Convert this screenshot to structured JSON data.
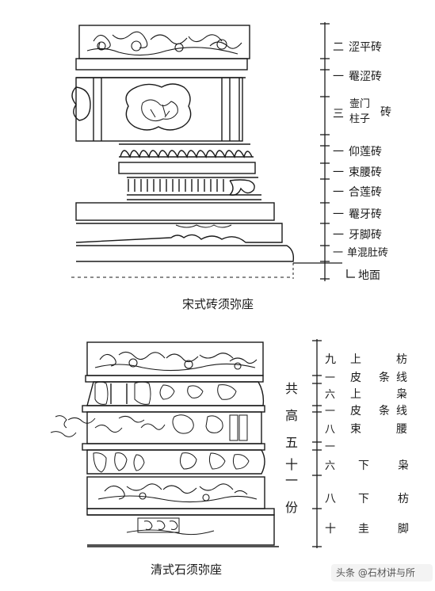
{
  "song": {
    "caption": "宋式砖须弥座",
    "labels": [
      {
        "num": "二",
        "name": "涩平砖"
      },
      {
        "num": "一",
        "name": "罨涩砖"
      },
      {
        "num": "三",
        "name": "壸门柱子砖",
        "name_lines": [
          "壸门",
          "柱子"
        ],
        "suffix": "砖"
      },
      {
        "num": "一",
        "name": "仰莲砖"
      },
      {
        "num": "一",
        "name": "束腰砖"
      },
      {
        "num": "一",
        "name": "合莲砖"
      },
      {
        "num": "一",
        "name": "罨牙砖"
      },
      {
        "num": "一",
        "name": "牙脚砖"
      },
      {
        "num": "一",
        "name": "单混肚砖"
      },
      {
        "num": "",
        "name": "地面"
      }
    ]
  },
  "qing": {
    "caption": "清式石须弥座",
    "total": "共高五十一份",
    "total_chars": [
      "共",
      "高",
      "五",
      "十",
      "一",
      "份"
    ],
    "rows": [
      {
        "num": "九",
        "part": "上枋",
        "chars": [
          "上",
          "",
          "枋"
        ]
      },
      {
        "num": "一",
        "part": "皮条线",
        "chars": [
          "皮",
          "条",
          "线"
        ]
      },
      {
        "num": "六",
        "part": "上枭",
        "chars": [
          "上",
          "",
          "枭"
        ]
      },
      {
        "num": "一",
        "part": "皮条线",
        "chars": [
          "皮",
          "条",
          "线"
        ]
      },
      {
        "num": "八",
        "part": "束腰",
        "chars": [
          "束",
          "",
          "腰"
        ]
      },
      {
        "num": "一",
        "part": "",
        "chars": [
          "",
          "",
          ""
        ]
      },
      {
        "num": "六",
        "part": "下枭",
        "chars": [
          "",
          "下",
          "枭"
        ]
      },
      {
        "num": "八",
        "part": "下枋",
        "chars": [
          "",
          "下",
          "枋"
        ]
      },
      {
        "num": "十",
        "part": "圭脚",
        "chars": [
          "",
          "圭",
          "脚"
        ]
      }
    ]
  },
  "watermark": "头条 @石材讲与所",
  "colors": {
    "ink": "#1a1a1a",
    "paper": "#ffffff"
  }
}
